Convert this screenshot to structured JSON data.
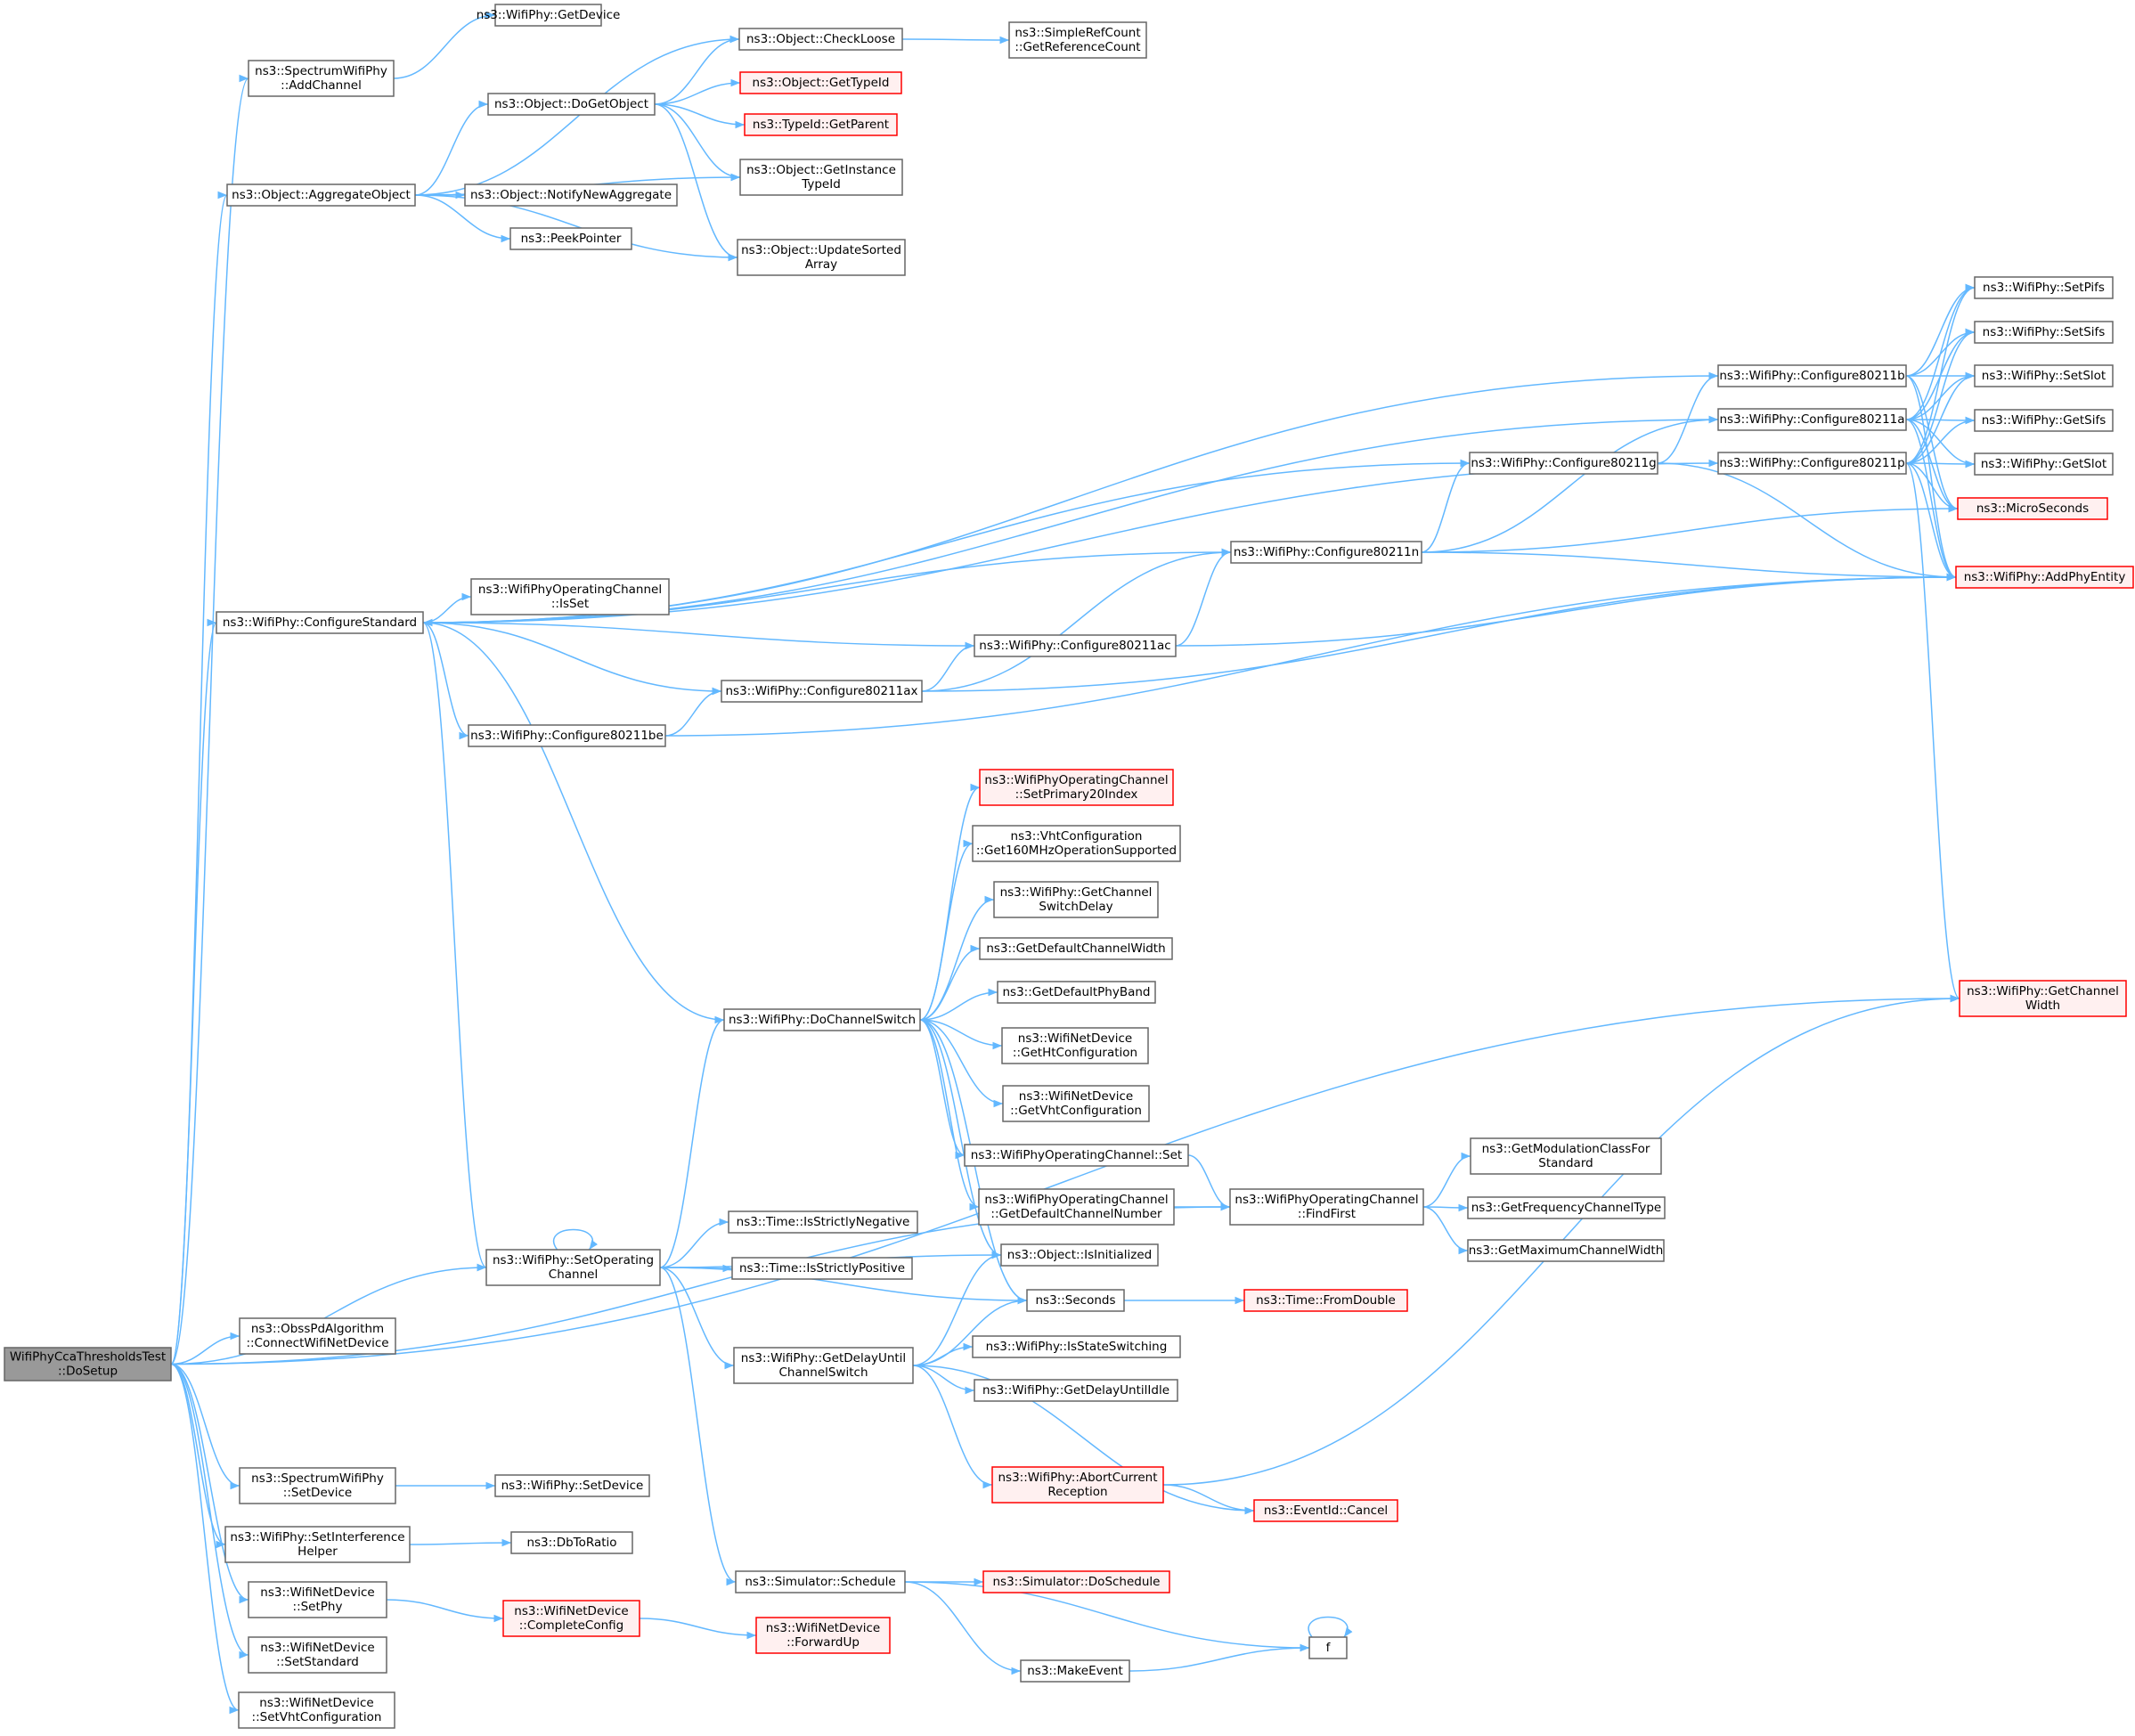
{
  "colors": {
    "edge": "#63b8ff",
    "node_border": "#666666",
    "node_fill": "#ffffff",
    "missing_border": "#ff0000",
    "missing_fill": "#fff0f0",
    "root_fill": "#999999"
  },
  "nodes": [
    {
      "id": "root",
      "lines": [
        "WifiPhyCcaThresholdsTest",
        "::DoSetup"
      ],
      "style": "root"
    },
    {
      "id": "wifiphy_getdevice",
      "lines": [
        "ns3::WifiPhy::GetDevice"
      ],
      "style": "normal"
    },
    {
      "id": "spectrum_addchannel",
      "lines": [
        "ns3::SpectrumWifiPhy",
        "::AddChannel"
      ],
      "style": "normal"
    },
    {
      "id": "object_checkloose",
      "lines": [
        "ns3::Object::CheckLoose"
      ],
      "style": "normal"
    },
    {
      "id": "simplerefcount",
      "lines": [
        "ns3::SimpleRefCount",
        "::GetReferenceCount"
      ],
      "style": "normal"
    },
    {
      "id": "object_dogetobject",
      "lines": [
        "ns3::Object::DoGetObject"
      ],
      "style": "normal"
    },
    {
      "id": "object_gettypeid",
      "lines": [
        "ns3::Object::GetTypeId"
      ],
      "style": "missing"
    },
    {
      "id": "typeid_getparent",
      "lines": [
        "ns3::TypeId::GetParent"
      ],
      "style": "missing"
    },
    {
      "id": "object_aggregateobject",
      "lines": [
        "ns3::Object::AggregateObject"
      ],
      "style": "normal"
    },
    {
      "id": "object_notifynewaggregate",
      "lines": [
        "ns3::Object::NotifyNewAggregate"
      ],
      "style": "normal"
    },
    {
      "id": "object_getinstancetypeid",
      "lines": [
        "ns3::Object::GetInstance",
        "TypeId"
      ],
      "style": "normal"
    },
    {
      "id": "peekpointer",
      "lines": [
        "ns3::PeekPointer"
      ],
      "style": "normal"
    },
    {
      "id": "object_updatesortedarray",
      "lines": [
        "ns3::Object::UpdateSorted",
        "Array"
      ],
      "style": "normal"
    },
    {
      "id": "setpifs",
      "lines": [
        "ns3::WifiPhy::SetPifs"
      ],
      "style": "normal"
    },
    {
      "id": "setsifs",
      "lines": [
        "ns3::WifiPhy::SetSifs"
      ],
      "style": "normal"
    },
    {
      "id": "configure80211b",
      "lines": [
        "ns3::WifiPhy::Configure80211b"
      ],
      "style": "normal"
    },
    {
      "id": "setslot",
      "lines": [
        "ns3::WifiPhy::SetSlot"
      ],
      "style": "normal"
    },
    {
      "id": "configure80211a",
      "lines": [
        "ns3::WifiPhy::Configure80211a"
      ],
      "style": "normal"
    },
    {
      "id": "getsifs",
      "lines": [
        "ns3::WifiPhy::GetSifs"
      ],
      "style": "normal"
    },
    {
      "id": "configure80211g",
      "lines": [
        "ns3::WifiPhy::Configure80211g"
      ],
      "style": "normal"
    },
    {
      "id": "configure80211p",
      "lines": [
        "ns3::WifiPhy::Configure80211p"
      ],
      "style": "normal"
    },
    {
      "id": "getslot",
      "lines": [
        "ns3::WifiPhy::GetSlot"
      ],
      "style": "normal"
    },
    {
      "id": "microseconds",
      "lines": [
        "ns3::MicroSeconds"
      ],
      "style": "missing"
    },
    {
      "id": "configure80211n",
      "lines": [
        "ns3::WifiPhy::Configure80211n"
      ],
      "style": "normal"
    },
    {
      "id": "addphyentity",
      "lines": [
        "ns3::WifiPhy::AddPhyEntity"
      ],
      "style": "missing"
    },
    {
      "id": "opchan_isset",
      "lines": [
        "ns3::WifiPhyOperatingChannel",
        "::IsSet"
      ],
      "style": "normal"
    },
    {
      "id": "configurestandard",
      "lines": [
        "ns3::WifiPhy::ConfigureStandard"
      ],
      "style": "normal"
    },
    {
      "id": "configure80211ac",
      "lines": [
        "ns3::WifiPhy::Configure80211ac"
      ],
      "style": "normal"
    },
    {
      "id": "configure80211ax",
      "lines": [
        "ns3::WifiPhy::Configure80211ax"
      ],
      "style": "normal"
    },
    {
      "id": "configure80211be",
      "lines": [
        "ns3::WifiPhy::Configure80211be"
      ],
      "style": "normal"
    },
    {
      "id": "setprimary20index",
      "lines": [
        "ns3::WifiPhyOperatingChannel",
        "::SetPrimary20Index"
      ],
      "style": "missing"
    },
    {
      "id": "vht_get160",
      "lines": [
        "ns3::VhtConfiguration",
        "::Get160MHzOperationSupported"
      ],
      "style": "normal"
    },
    {
      "id": "getchannelswitchdelay",
      "lines": [
        "ns3::WifiPhy::GetChannel",
        "SwitchDelay"
      ],
      "style": "normal"
    },
    {
      "id": "getdefaultchannelwidth",
      "lines": [
        "ns3::GetDefaultChannelWidth"
      ],
      "style": "normal"
    },
    {
      "id": "getchannelwidth",
      "lines": [
        "ns3::WifiPhy::GetChannel",
        "Width"
      ],
      "style": "missing"
    },
    {
      "id": "getdefaultphyband",
      "lines": [
        "ns3::GetDefaultPhyBand"
      ],
      "style": "normal"
    },
    {
      "id": "dochannelswitch",
      "lines": [
        "ns3::WifiPhy::DoChannelSwitch"
      ],
      "style": "normal"
    },
    {
      "id": "gethtconfiguration",
      "lines": [
        "ns3::WifiNetDevice",
        "::GetHtConfiguration"
      ],
      "style": "normal"
    },
    {
      "id": "getvhtconfiguration",
      "lines": [
        "ns3::WifiNetDevice",
        "::GetVhtConfiguration"
      ],
      "style": "normal"
    },
    {
      "id": "getmodclass",
      "lines": [
        "ns3::GetModulationClassFor",
        "Standard"
      ],
      "style": "normal"
    },
    {
      "id": "opchan_set",
      "lines": [
        "ns3::WifiPhyOperatingChannel::Set"
      ],
      "style": "normal"
    },
    {
      "id": "getdefaultchannelnumber",
      "lines": [
        "ns3::WifiPhyOperatingChannel",
        "::GetDefaultChannelNumber"
      ],
      "style": "normal"
    },
    {
      "id": "findfirst",
      "lines": [
        "ns3::WifiPhyOperatingChannel",
        "::FindFirst"
      ],
      "style": "normal"
    },
    {
      "id": "getfrequencychanneltype",
      "lines": [
        "ns3::GetFrequencyChannelType"
      ],
      "style": "normal"
    },
    {
      "id": "time_isstrictlynegative",
      "lines": [
        "ns3::Time::IsStrictlyNegative"
      ],
      "style": "normal"
    },
    {
      "id": "getmaximumchannelwidth",
      "lines": [
        "ns3::GetMaximumChannelWidth"
      ],
      "style": "normal"
    },
    {
      "id": "setoperatingchannel",
      "lines": [
        "ns3::WifiPhy::SetOperating",
        "Channel"
      ],
      "style": "normal"
    },
    {
      "id": "time_isstrictlypositive",
      "lines": [
        "ns3::Time::IsStrictlyPositive"
      ],
      "style": "normal"
    },
    {
      "id": "object_isinitialized",
      "lines": [
        "ns3::Object::IsInitialized"
      ],
      "style": "normal"
    },
    {
      "id": "obsspd_connect",
      "lines": [
        "ns3::ObssPdAlgorithm",
        "::ConnectWifiNetDevice"
      ],
      "style": "normal"
    },
    {
      "id": "seconds",
      "lines": [
        "ns3::Seconds"
      ],
      "style": "normal"
    },
    {
      "id": "time_fromdouble",
      "lines": [
        "ns3::Time::FromDouble"
      ],
      "style": "missing"
    },
    {
      "id": "isstateswitching",
      "lines": [
        "ns3::WifiPhy::IsStateSwitching"
      ],
      "style": "normal"
    },
    {
      "id": "getdelayuntilchannelswitch",
      "lines": [
        "ns3::WifiPhy::GetDelayUntil",
        "ChannelSwitch"
      ],
      "style": "normal"
    },
    {
      "id": "getdelayuntilidle",
      "lines": [
        "ns3::WifiPhy::GetDelayUntilIdle"
      ],
      "style": "normal"
    },
    {
      "id": "abortcurrentreception",
      "lines": [
        "ns3::WifiPhy::AbortCurrent",
        "Reception"
      ],
      "style": "missing"
    },
    {
      "id": "spectrum_setdevice",
      "lines": [
        "ns3::SpectrumWifiPhy",
        "::SetDevice"
      ],
      "style": "normal"
    },
    {
      "id": "wifiphy_setdevice",
      "lines": [
        "ns3::WifiPhy::SetDevice"
      ],
      "style": "normal"
    },
    {
      "id": "eventid_cancel",
      "lines": [
        "ns3::EventId::Cancel"
      ],
      "style": "missing"
    },
    {
      "id": "setinterferencehelper",
      "lines": [
        "ns3::WifiPhy::SetInterference",
        "Helper"
      ],
      "style": "normal"
    },
    {
      "id": "dbtoratio",
      "lines": [
        "ns3::DbToRatio"
      ],
      "style": "normal"
    },
    {
      "id": "simulator_schedule",
      "lines": [
        "ns3::Simulator::Schedule"
      ],
      "style": "normal"
    },
    {
      "id": "simulator_doschedule",
      "lines": [
        "ns3::Simulator::DoSchedule"
      ],
      "style": "missing"
    },
    {
      "id": "netdevice_setphy",
      "lines": [
        "ns3::WifiNetDevice",
        "::SetPhy"
      ],
      "style": "normal"
    },
    {
      "id": "completeconfig",
      "lines": [
        "ns3::WifiNetDevice",
        "::CompleteConfig"
      ],
      "style": "missing"
    },
    {
      "id": "forwardup",
      "lines": [
        "ns3::WifiNetDevice",
        "::ForwardUp"
      ],
      "style": "missing"
    },
    {
      "id": "f",
      "lines": [
        "f"
      ],
      "style": "normal"
    },
    {
      "id": "makeevent",
      "lines": [
        "ns3::MakeEvent"
      ],
      "style": "normal"
    },
    {
      "id": "netdevice_setstandard",
      "lines": [
        "ns3::WifiNetDevice",
        "::SetStandard"
      ],
      "style": "normal"
    },
    {
      "id": "netdevice_setvhtconfiguration",
      "lines": [
        "ns3::WifiNetDevice",
        "::SetVhtConfiguration"
      ],
      "style": "normal"
    }
  ],
  "edges": [
    [
      "root",
      "spectrum_addchannel"
    ],
    [
      "root",
      "object_aggregateobject"
    ],
    [
      "root",
      "configurestandard"
    ],
    [
      "root",
      "setoperatingchannel"
    ],
    [
      "root",
      "obsspd_connect"
    ],
    [
      "root",
      "findfirst"
    ],
    [
      "root",
      "getchannelwidth"
    ],
    [
      "root",
      "spectrum_setdevice"
    ],
    [
      "root",
      "setinterferencehelper"
    ],
    [
      "root",
      "netdevice_setphy"
    ],
    [
      "root",
      "netdevice_setstandard"
    ],
    [
      "root",
      "netdevice_setvhtconfiguration"
    ],
    [
      "spectrum_addchannel",
      "wifiphy_getdevice"
    ],
    [
      "object_aggregateobject",
      "object_checkloose"
    ],
    [
      "object_aggregateobject",
      "object_dogetobject"
    ],
    [
      "object_aggregateobject",
      "object_getinstancetypeid"
    ],
    [
      "object_aggregateobject",
      "object_notifynewaggregate"
    ],
    [
      "object_aggregateobject",
      "peekpointer"
    ],
    [
      "object_aggregateobject",
      "object_updatesortedarray"
    ],
    [
      "object_checkloose",
      "simplerefcount"
    ],
    [
      "object_dogetobject",
      "object_checkloose"
    ],
    [
      "object_dogetobject",
      "object_gettypeid"
    ],
    [
      "object_dogetobject",
      "typeid_getparent"
    ],
    [
      "object_dogetobject",
      "object_getinstancetypeid"
    ],
    [
      "object_dogetobject",
      "object_updatesortedarray"
    ],
    [
      "configurestandard",
      "configure80211b"
    ],
    [
      "configurestandard",
      "configure80211a"
    ],
    [
      "configurestandard",
      "configure80211p"
    ],
    [
      "configurestandard",
      "configure80211g"
    ],
    [
      "configurestandard",
      "configure80211n"
    ],
    [
      "configurestandard",
      "opchan_isset"
    ],
    [
      "configurestandard",
      "configure80211ac"
    ],
    [
      "configurestandard",
      "configure80211ax"
    ],
    [
      "configurestandard",
      "configure80211be"
    ],
    [
      "configurestandard",
      "setoperatingchannel"
    ],
    [
      "configure80211b",
      "setpifs"
    ],
    [
      "configure80211b",
      "setsifs"
    ],
    [
      "configure80211b",
      "setslot"
    ],
    [
      "configure80211b",
      "microseconds"
    ],
    [
      "configure80211b",
      "addphyentity"
    ],
    [
      "configure80211a",
      "setpifs"
    ],
    [
      "configure80211a",
      "setsifs"
    ],
    [
      "configure80211a",
      "setslot"
    ],
    [
      "configure80211a",
      "getsifs"
    ],
    [
      "configure80211a",
      "getslot"
    ],
    [
      "configure80211a",
      "microseconds"
    ],
    [
      "configure80211a",
      "addphyentity"
    ],
    [
      "configure80211p",
      "setpifs"
    ],
    [
      "configure80211p",
      "setsifs"
    ],
    [
      "configure80211p",
      "setslot"
    ],
    [
      "configure80211p",
      "getsifs"
    ],
    [
      "configure80211p",
      "getslot"
    ],
    [
      "configure80211p",
      "microseconds"
    ],
    [
      "configure80211p",
      "addphyentity"
    ],
    [
      "configure80211p",
      "getchannelwidth"
    ],
    [
      "configure80211g",
      "configure80211b"
    ],
    [
      "configure80211g",
      "addphyentity"
    ],
    [
      "configure80211n",
      "configure80211g"
    ],
    [
      "configure80211n",
      "configure80211a"
    ],
    [
      "configure80211n",
      "microseconds"
    ],
    [
      "configure80211n",
      "addphyentity"
    ],
    [
      "configure80211ac",
      "configure80211n"
    ],
    [
      "configure80211ac",
      "addphyentity"
    ],
    [
      "configure80211ax",
      "configure80211n"
    ],
    [
      "configure80211ax",
      "configure80211ac"
    ],
    [
      "configure80211ax",
      "addphyentity"
    ],
    [
      "configure80211be",
      "configure80211ax"
    ],
    [
      "configure80211be",
      "addphyentity"
    ],
    [
      "setoperatingchannel",
      "setoperatingchannel"
    ],
    [
      "setoperatingchannel",
      "dochannelswitch"
    ],
    [
      "setoperatingchannel",
      "time_isstrictlynegative"
    ],
    [
      "setoperatingchannel",
      "time_isstrictlypositive"
    ],
    [
      "setoperatingchannel",
      "object_isinitialized"
    ],
    [
      "setoperatingchannel",
      "seconds"
    ],
    [
      "setoperatingchannel",
      "getdelayuntilchannelswitch"
    ],
    [
      "setoperatingchannel",
      "simulator_schedule"
    ],
    [
      "dochannelswitch",
      "configurestandard"
    ],
    [
      "dochannelswitch",
      "setprimary20index"
    ],
    [
      "dochannelswitch",
      "vht_get160"
    ],
    [
      "dochannelswitch",
      "getchannelswitchdelay"
    ],
    [
      "dochannelswitch",
      "getdefaultchannelwidth"
    ],
    [
      "dochannelswitch",
      "getdefaultphyband"
    ],
    [
      "dochannelswitch",
      "gethtconfiguration"
    ],
    [
      "dochannelswitch",
      "getvhtconfiguration"
    ],
    [
      "dochannelswitch",
      "opchan_set"
    ],
    [
      "dochannelswitch",
      "getdefaultchannelnumber"
    ],
    [
      "dochannelswitch",
      "object_isinitialized"
    ],
    [
      "dochannelswitch",
      "seconds"
    ],
    [
      "opchan_set",
      "findfirst"
    ],
    [
      "getdefaultchannelnumber",
      "findfirst"
    ],
    [
      "findfirst",
      "getmodclass"
    ],
    [
      "findfirst",
      "getfrequencychanneltype"
    ],
    [
      "findfirst",
      "getmaximumchannelwidth"
    ],
    [
      "seconds",
      "time_fromdouble"
    ],
    [
      "getdelayuntilchannelswitch",
      "object_isinitialized"
    ],
    [
      "getdelayuntilchannelswitch",
      "seconds"
    ],
    [
      "getdelayuntilchannelswitch",
      "isstateswitching"
    ],
    [
      "getdelayuntilchannelswitch",
      "getdelayuntilidle"
    ],
    [
      "getdelayuntilchannelswitch",
      "abortcurrentreception"
    ],
    [
      "getdelayuntilchannelswitch",
      "eventid_cancel"
    ],
    [
      "abortcurrentreception",
      "eventid_cancel"
    ],
    [
      "abortcurrentreception",
      "getchannelwidth"
    ],
    [
      "spectrum_setdevice",
      "wifiphy_setdevice"
    ],
    [
      "setinterferencehelper",
      "dbtoratio"
    ],
    [
      "netdevice_setphy",
      "completeconfig"
    ],
    [
      "completeconfig",
      "forwardup"
    ],
    [
      "simulator_schedule",
      "simulator_doschedule"
    ],
    [
      "simulator_schedule",
      "f"
    ],
    [
      "simulator_schedule",
      "makeevent"
    ],
    [
      "makeevent",
      "f"
    ],
    [
      "f",
      "f"
    ]
  ]
}
